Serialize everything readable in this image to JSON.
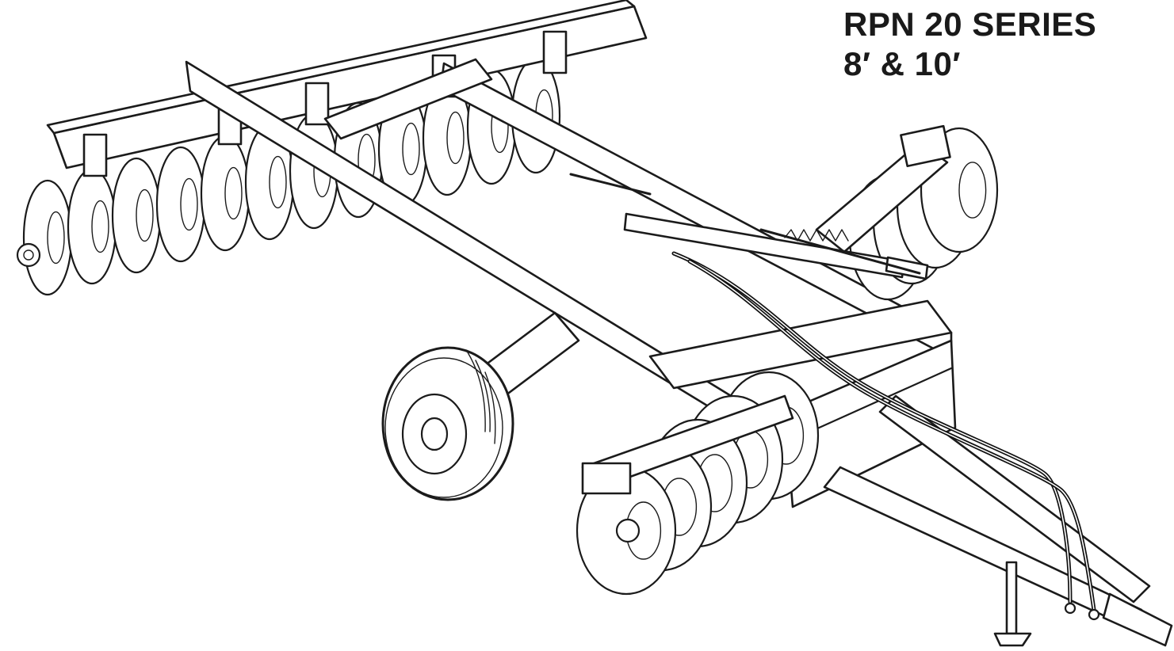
{
  "title": {
    "line1": "RPN 20 SERIES",
    "line2": "8′ & 10′"
  },
  "colors": {
    "ink": "#1b1b1b",
    "background": "#ffffff"
  },
  "illustration": {
    "subject": "offset disc harrow line drawing",
    "icon": "disc-harrow-illustration"
  }
}
